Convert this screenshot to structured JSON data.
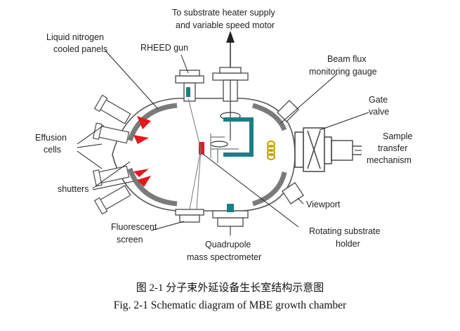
{
  "labels": {
    "substrate_heater_1": "To substrate heater supply",
    "substrate_heater_2": "and variable speed motor",
    "liquid_nitrogen_1": "Liquid nitrogen",
    "liquid_nitrogen_2": "cooled panels",
    "rheed_gun": "RHEED gun",
    "beam_flux_1": "Beam flux",
    "beam_flux_2": "monitoring gauge",
    "gate_valve_1": "Gate",
    "gate_valve_2": "valve",
    "effusion_cells_1": "Effusion",
    "effusion_cells_2": "cells",
    "sample_transfer_1": "Sample",
    "sample_transfer_2": "transfer",
    "sample_transfer_3": "mechanism",
    "shutters": "shutters",
    "viewport": "Viewport",
    "fluorescent_1": "Fluorescent",
    "fluorescent_2": "screen",
    "rotating_holder_1": "Rotating substrate",
    "rotating_holder_2": "holder",
    "quadrupole_1": "Quadrupole",
    "quadrupole_2": "mass spectrometer"
  },
  "caption": {
    "chinese": "图 2-1  分子束外延设备生长室结构示意图",
    "english": "Fig. 2-1 Schematic diagram of MBE growth chamber"
  },
  "colors": {
    "outline": "#555555",
    "wall_fill": "#7a7a7a",
    "effusion_flame": "#e0191b",
    "manipulator": "#1a7f84",
    "gauge_coil": "#c8a400",
    "sample_red": "#d81e2a"
  }
}
